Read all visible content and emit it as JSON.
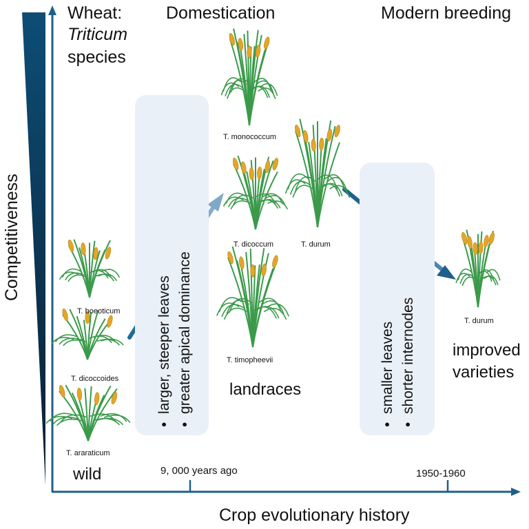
{
  "header": {
    "wheat_label": "Wheat:",
    "genus": "Triticum",
    "species_word": "species",
    "domestication": "Domestication",
    "modern_breeding": "Modern breeding"
  },
  "axes": {
    "y_label": "Competitiveness",
    "x_label": "Crop evolutionary history",
    "tick_9000": "9, 000 years ago",
    "tick_1950": "1950-1960"
  },
  "groups": {
    "wild": "wild",
    "landraces": "landraces",
    "improved_line1": "improved",
    "improved_line2": "varieties"
  },
  "species": {
    "boeoticum": "T. boeoticum",
    "dicoccoides": "T. dicoccoides",
    "araraticum": "T. araraticum",
    "monococcum": "T. monococcum",
    "dicoccum": "T. dicoccum",
    "durum_landrace": "T. durum",
    "timopheevii": "T. timopheevii",
    "durum_improved": "T. durum"
  },
  "traits": {
    "domestication": [
      "larger, steeper leaves",
      "greater apical dominance"
    ],
    "breeding": [
      "smaller leaves",
      "shorter internodes"
    ]
  },
  "colors": {
    "axis": "#1f5f88",
    "arrow": "#5b8fb5",
    "box": "#eaf0f8",
    "leaf": "#3a9a4a",
    "grain": "#e3a628"
  }
}
